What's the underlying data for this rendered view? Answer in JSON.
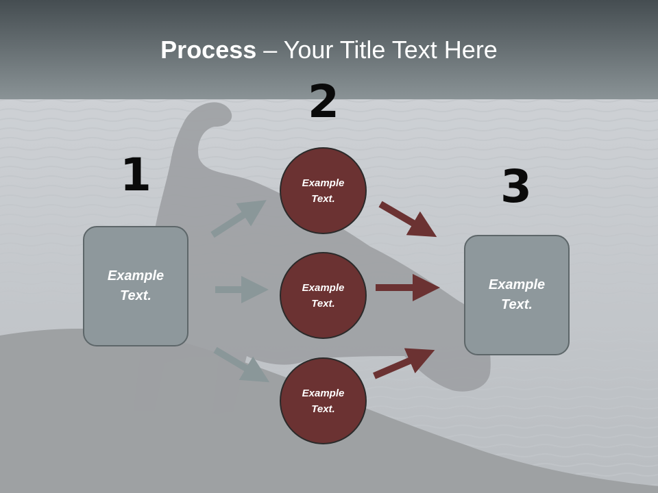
{
  "slide": {
    "title_bold": "Process",
    "title_rest": " – Your Title Text Here",
    "steps": [
      "1",
      "2",
      "3"
    ],
    "left_box": "Example\nText.",
    "circles": [
      "Example\nText.",
      "Example\nText.",
      "Example\nText."
    ],
    "right_box": "Example\nText."
  },
  "colors": {
    "header_top": "#454d51",
    "header_bottom": "#8a9396",
    "box_fill": "#8e989c",
    "circle_fill": "#6b3232",
    "arrow_gray": "#8a9799",
    "arrow_red": "#6b3232"
  }
}
